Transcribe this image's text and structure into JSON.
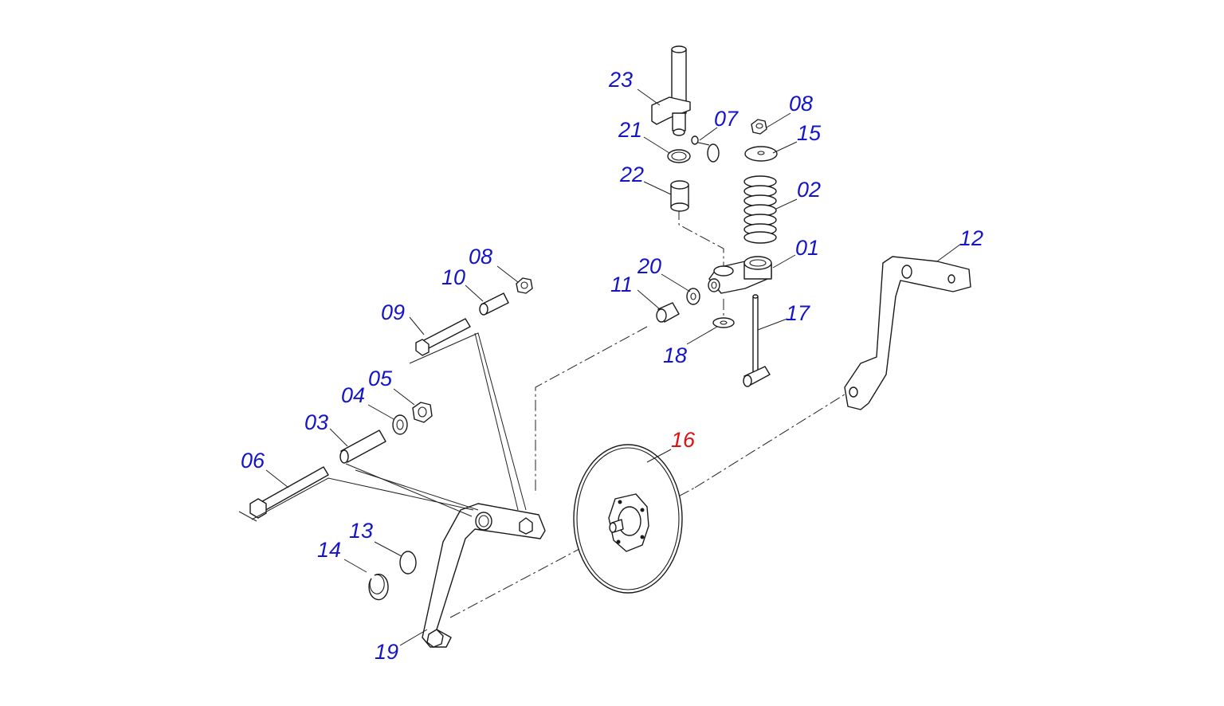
{
  "colors": {
    "label": "#1515c8",
    "highlight": "#e01010",
    "lines": "#1a1a1a"
  },
  "highlighted_part": "16",
  "parts": [
    {
      "id": "p01",
      "number": "01"
    },
    {
      "id": "p02",
      "number": "02"
    },
    {
      "id": "p03",
      "number": "03"
    },
    {
      "id": "p04",
      "number": "04"
    },
    {
      "id": "p05",
      "number": "05"
    },
    {
      "id": "p06",
      "number": "06"
    },
    {
      "id": "p07",
      "number": "07"
    },
    {
      "id": "p08a",
      "number": "08"
    },
    {
      "id": "p08b",
      "number": "08"
    },
    {
      "id": "p09",
      "number": "09"
    },
    {
      "id": "p10",
      "number": "10"
    },
    {
      "id": "p11",
      "number": "11"
    },
    {
      "id": "p12",
      "number": "12"
    },
    {
      "id": "p13",
      "number": "13"
    },
    {
      "id": "p14",
      "number": "14"
    },
    {
      "id": "p15",
      "number": "15"
    },
    {
      "id": "p16",
      "number": "16"
    },
    {
      "id": "p17",
      "number": "17"
    },
    {
      "id": "p18",
      "number": "18"
    },
    {
      "id": "p19",
      "number": "19"
    },
    {
      "id": "p20",
      "number": "20"
    },
    {
      "id": "p21",
      "number": "21"
    },
    {
      "id": "p22",
      "number": "22"
    },
    {
      "id": "p23",
      "number": "23"
    }
  ]
}
